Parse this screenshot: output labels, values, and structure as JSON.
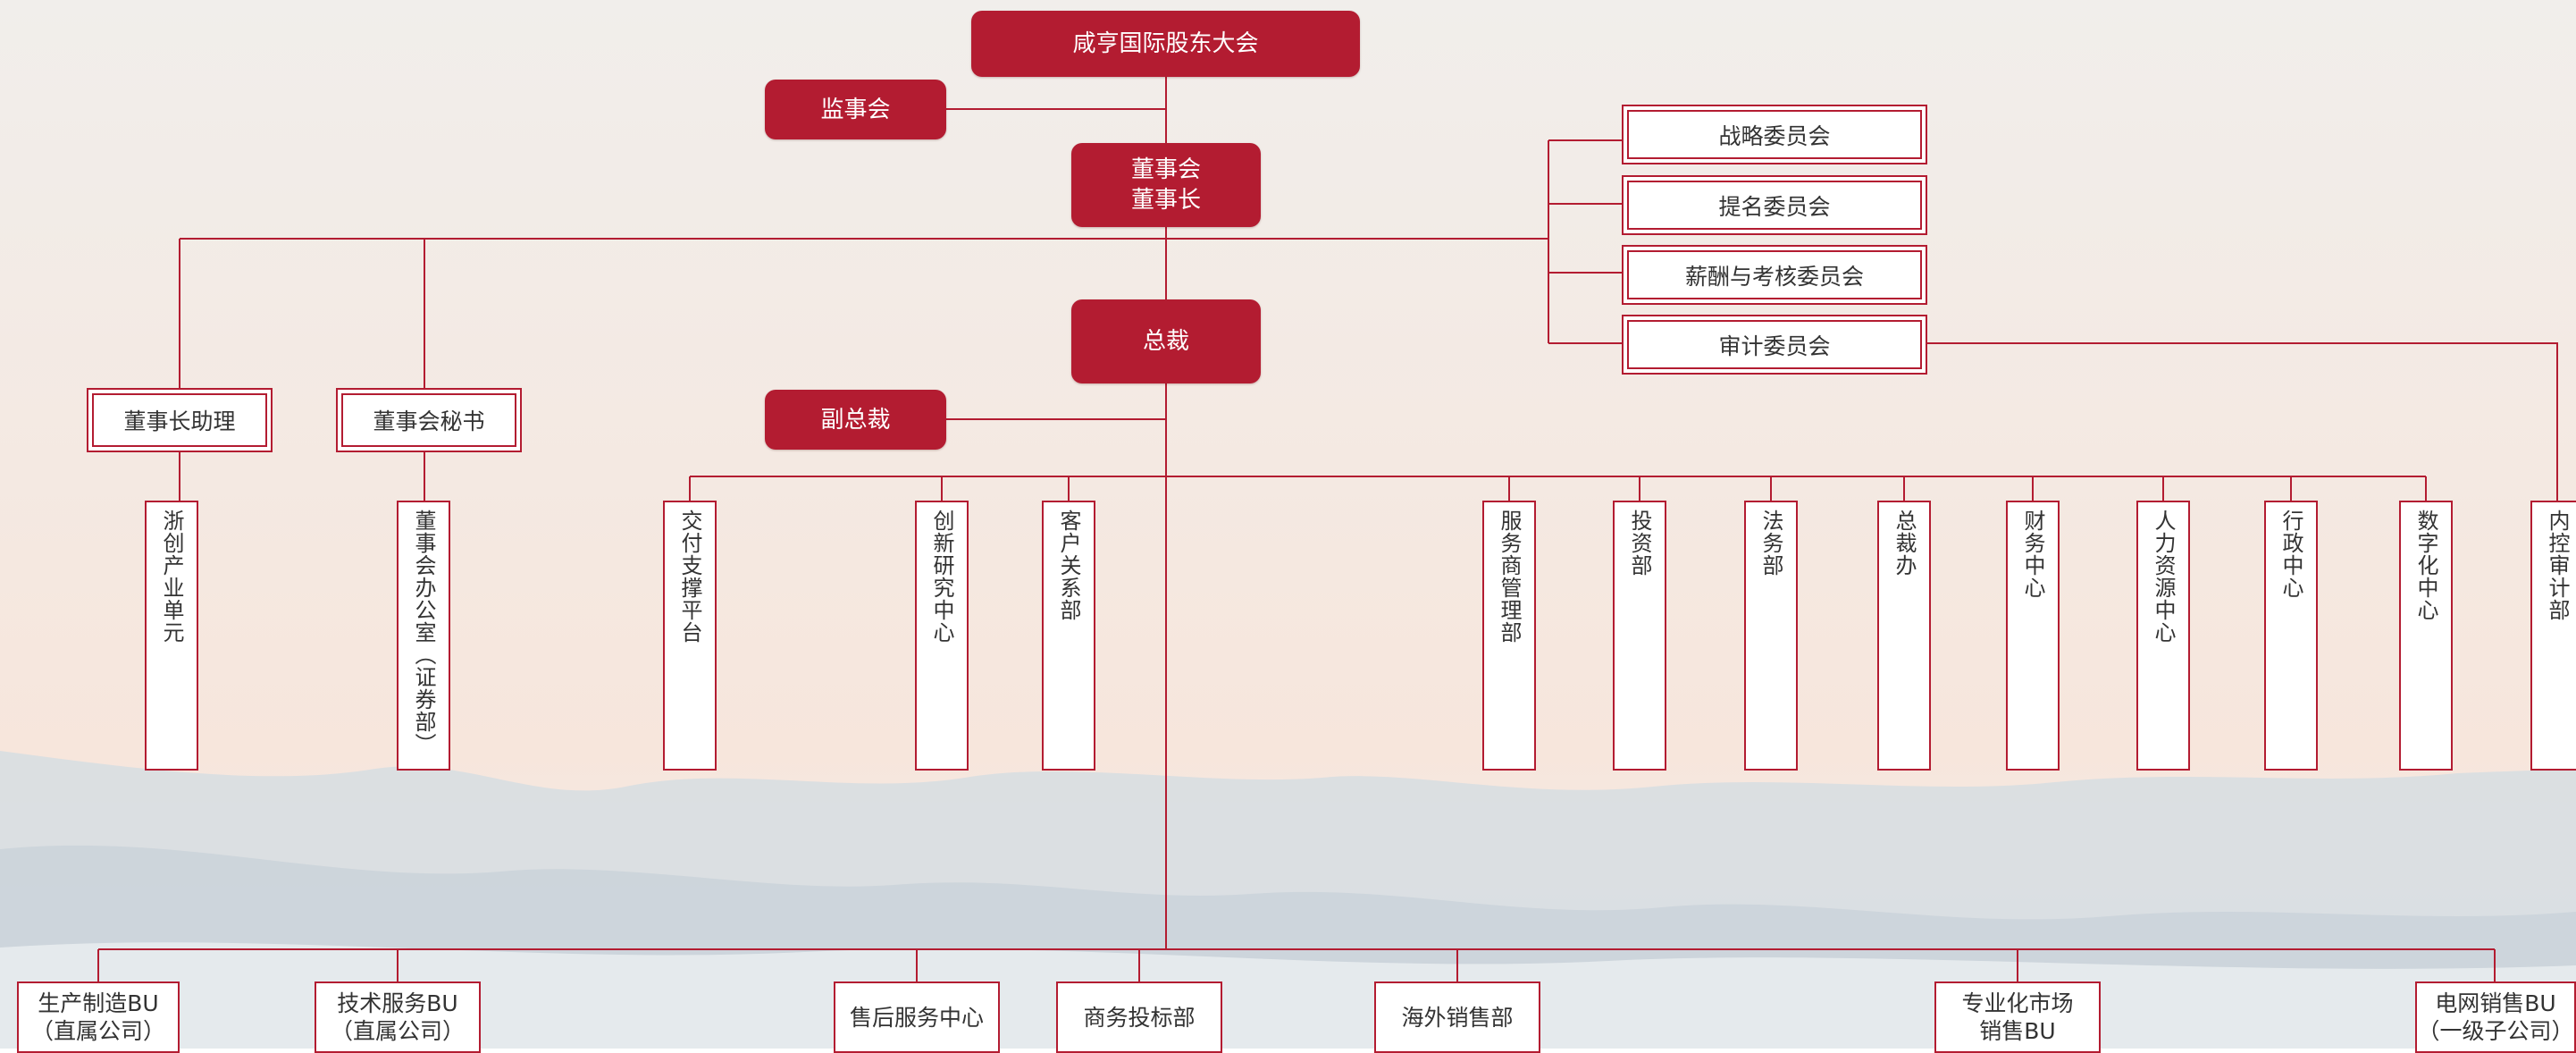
{
  "colors": {
    "accent": "#b31c31",
    "line": "#b31c31",
    "box_fill": "#ffffff",
    "text": "#333333"
  },
  "top": {
    "shareholders": "咸亨国际股东大会",
    "supervisory": "监事会",
    "board": "董事会\n董事长",
    "president": "总裁",
    "vice_president": "副总裁"
  },
  "committees": [
    "战略委员会",
    "提名委员会",
    "薪酬与考核委员会",
    "审计委员会"
  ],
  "chair_aides": [
    "董事长助理",
    "董事会秘书"
  ],
  "departments": [
    "浙创产业单元",
    "董事会办公室（证券部）",
    "交付支撑平台",
    "创新研究中心",
    "客户关系部",
    "服务商管理部",
    "投资部",
    "法务部",
    "总裁办",
    "财务中心",
    "人力资源中心",
    "行政中心",
    "数字化中心",
    "内控审计部"
  ],
  "business_units": [
    "生产制造BU\n（直属公司）",
    "技术服务BU\n（直属公司）",
    "售后服务中心",
    "商务投标部",
    "海外销售部",
    "专业化市场\n销售BU",
    "电网销售BU\n（一级子公司）"
  ]
}
